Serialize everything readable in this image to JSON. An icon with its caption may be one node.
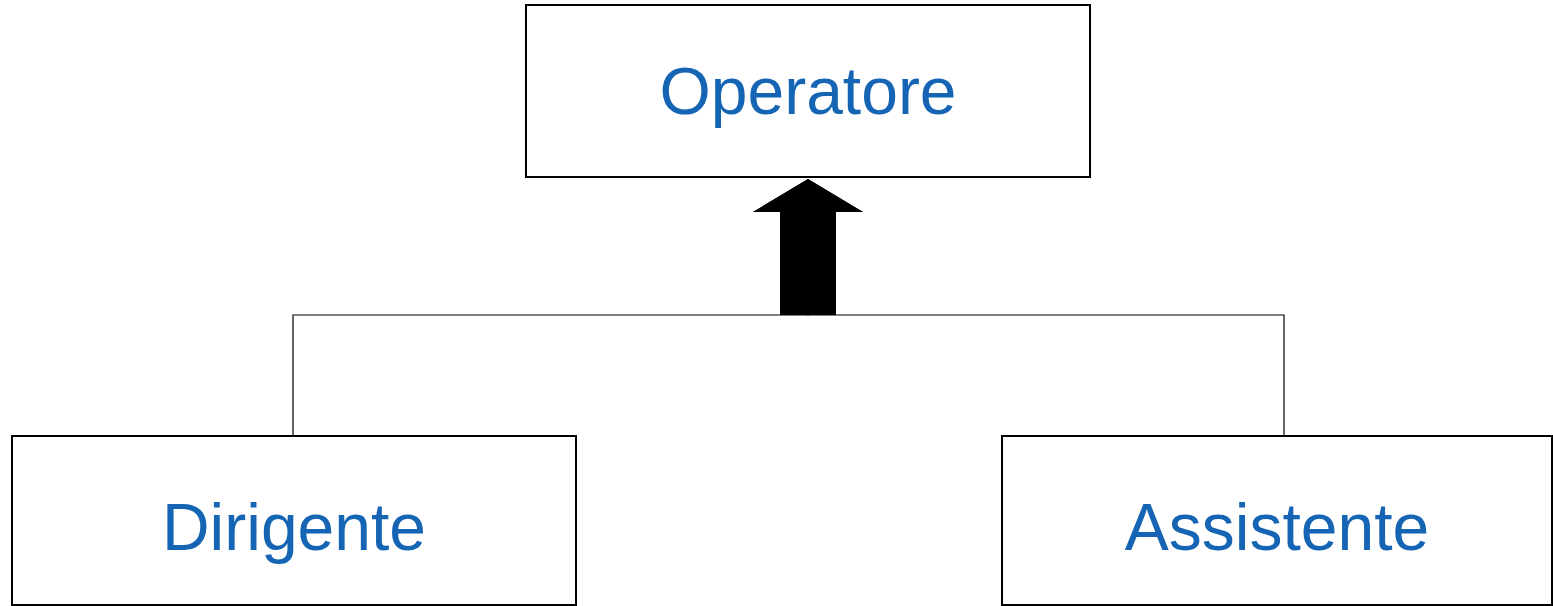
{
  "diagram": {
    "nodes": [
      {
        "text": [
          "Operatore"
        ]
      },
      {
        "text": [
          "Dirigente"
        ]
      },
      {
        "text": [
          "Assistente"
        ]
      }
    ],
    "edges": [
      {
        "from": 1,
        "to": 0,
        "arrow": "to"
      },
      {
        "from": 2,
        "to": 0,
        "arrow": "to"
      }
    ]
  }
}
